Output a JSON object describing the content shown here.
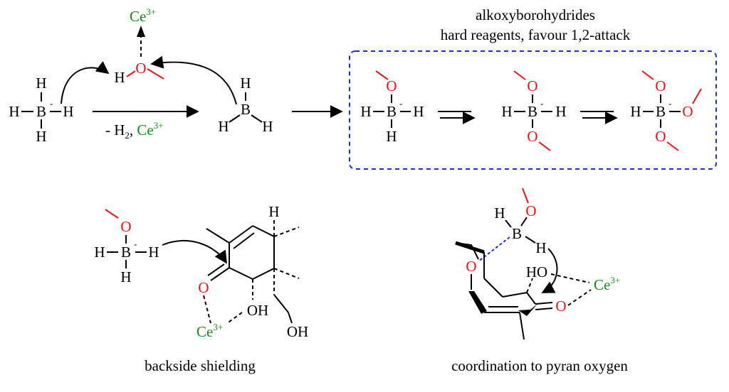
{
  "header": {
    "line1": "alkoxyborohydrides",
    "line2": "hard reagents, favour 1,2-attack"
  },
  "atoms": {
    "H": "H",
    "B": "B",
    "O": "O",
    "OH": "OH",
    "HO": "HO",
    "minus": "-",
    "ce": "Ce",
    "ce_charge": "3+"
  },
  "reaction": {
    "condition_prefix": "- H",
    "condition_sub": "2",
    "condition_sep": ", "
  },
  "captions": {
    "left": "backside shielding",
    "right": "coordination to pyran oxygen"
  },
  "colors": {
    "oxygen": "#e8141b",
    "cerium": "#1a8a1a",
    "box": "#1e2fd6",
    "interaction": "#1e2fd6"
  }
}
